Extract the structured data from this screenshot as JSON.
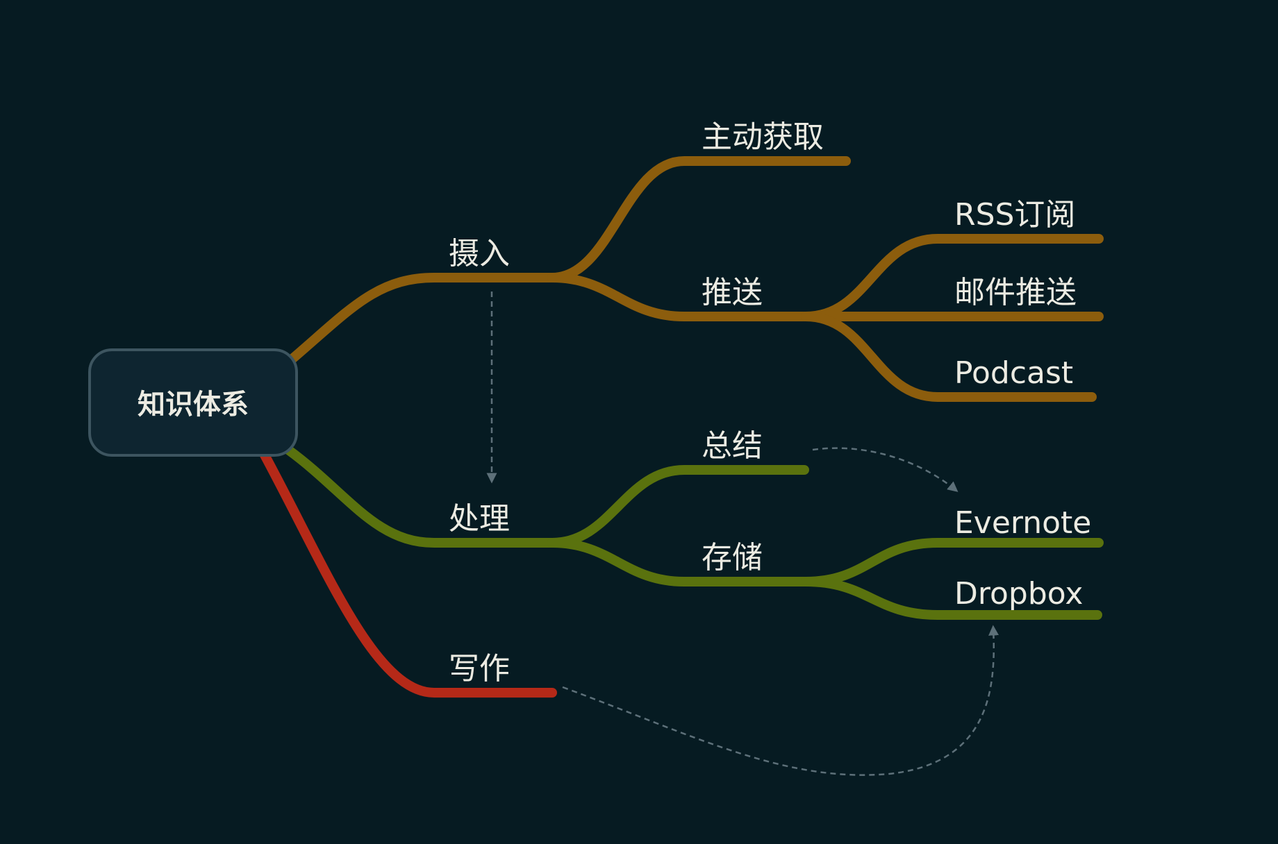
{
  "colors": {
    "background": "#061b22",
    "intake_branch": "#8c5d0d",
    "process_branch": "#5a720e",
    "writing_branch": "#b52918",
    "root_fill": "#0e2530",
    "root_border": "#3d5560",
    "text": "#ecebe2",
    "dashed_connector": "#5d7079"
  },
  "root": {
    "label": "知识体系"
  },
  "branches": {
    "intake": {
      "label": "摄入",
      "children": {
        "active": {
          "label": "主动获取"
        },
        "push": {
          "label": "推送",
          "children": {
            "rss": {
              "label": "RSS订阅"
            },
            "email": {
              "label": "邮件推送"
            },
            "podcast": {
              "label": "Podcast"
            }
          }
        }
      }
    },
    "process": {
      "label": "处理",
      "children": {
        "summary": {
          "label": "总结"
        },
        "storage": {
          "label": "存储",
          "children": {
            "evernote": {
              "label": "Evernote"
            },
            "dropbox": {
              "label": "Dropbox"
            }
          }
        }
      }
    },
    "writing": {
      "label": "写作"
    }
  },
  "relationships": [
    {
      "from": "摄入",
      "to": "处理"
    },
    {
      "from": "总结",
      "to": "Evernote"
    },
    {
      "from": "写作",
      "to": "Dropbox"
    }
  ]
}
